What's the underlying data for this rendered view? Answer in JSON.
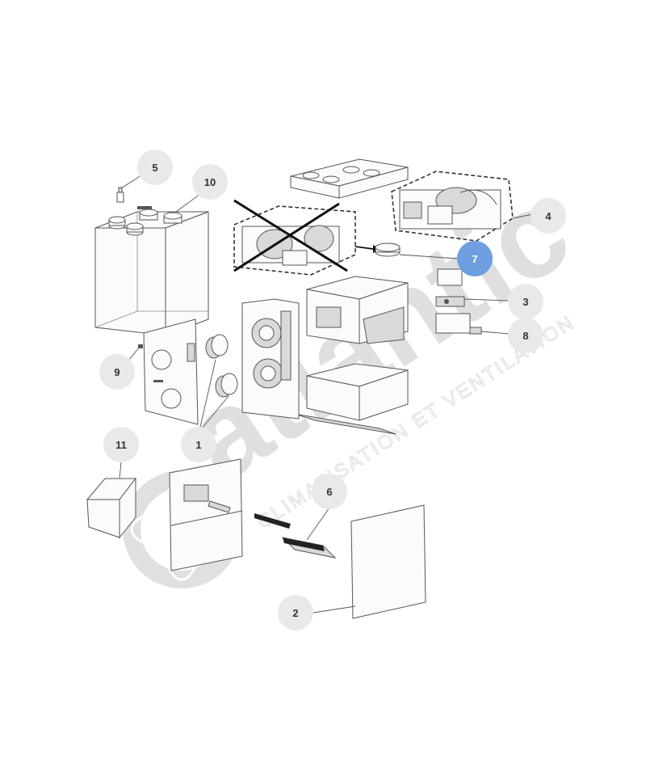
{
  "watermark": {
    "brand": "atlantic",
    "tagline": "CLIMATISATION ET VENTILATION",
    "color": "#dcdcdc"
  },
  "callouts": [
    {
      "id": "5",
      "label": "5",
      "highlighted": false
    },
    {
      "id": "10",
      "label": "10",
      "highlighted": false
    },
    {
      "id": "4",
      "label": "4",
      "highlighted": false
    },
    {
      "id": "7",
      "label": "7",
      "highlighted": true
    },
    {
      "id": "3",
      "label": "3",
      "highlighted": false
    },
    {
      "id": "8",
      "label": "8",
      "highlighted": false
    },
    {
      "id": "9",
      "label": "9",
      "highlighted": false
    },
    {
      "id": "1",
      "label": "1",
      "highlighted": false
    },
    {
      "id": "11",
      "label": "11",
      "highlighted": false
    },
    {
      "id": "6",
      "label": "6",
      "highlighted": false
    },
    {
      "id": "2",
      "label": "2",
      "highlighted": false
    }
  ],
  "colors": {
    "callout_bg": "#e9e9e9",
    "callout_highlight": "#6d9ee0",
    "line": "#555555"
  },
  "annotations": {
    "crossed_out_part": "fan-assembly-old"
  }
}
